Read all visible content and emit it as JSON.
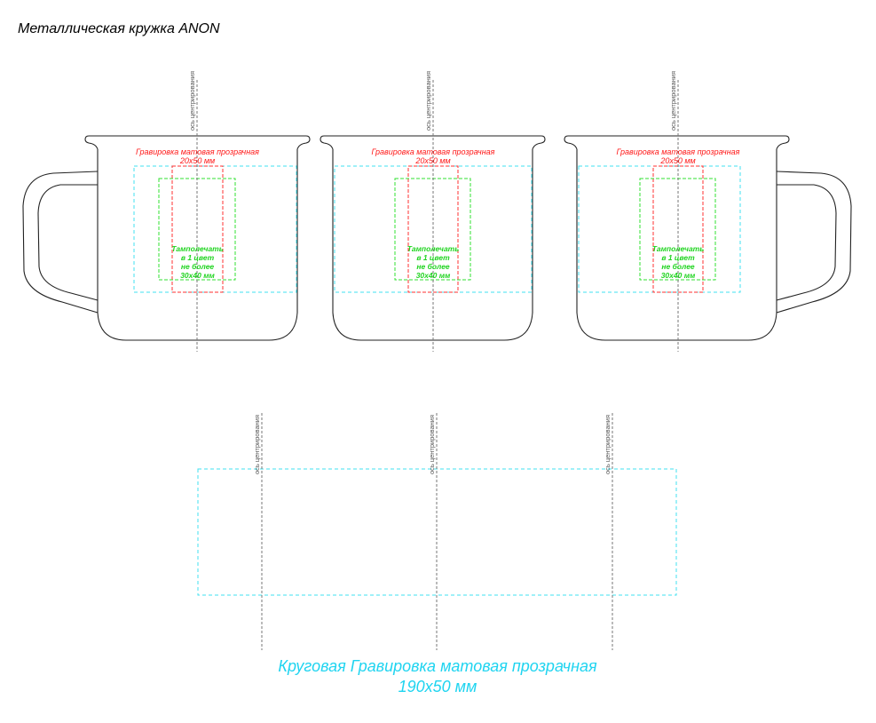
{
  "title": "Металлическая кружка ANON",
  "axis_label": "ось центрирования",
  "engraving": {
    "line1": "Гравировка матовая прозрачная",
    "line2": "20x50 мм"
  },
  "pad_print": {
    "line1": "Тамполечать",
    "line2": "в 1 цвет",
    "line3": "не более",
    "line4": "30x40 мм"
  },
  "circular": {
    "line1": "Круговая Гравировка матовая прозрачная",
    "line2": "190x50 мм"
  },
  "colors": {
    "engraving": "#ff1a1a",
    "pad_print": "#1fd41f",
    "circular": "#1fd4f0"
  }
}
